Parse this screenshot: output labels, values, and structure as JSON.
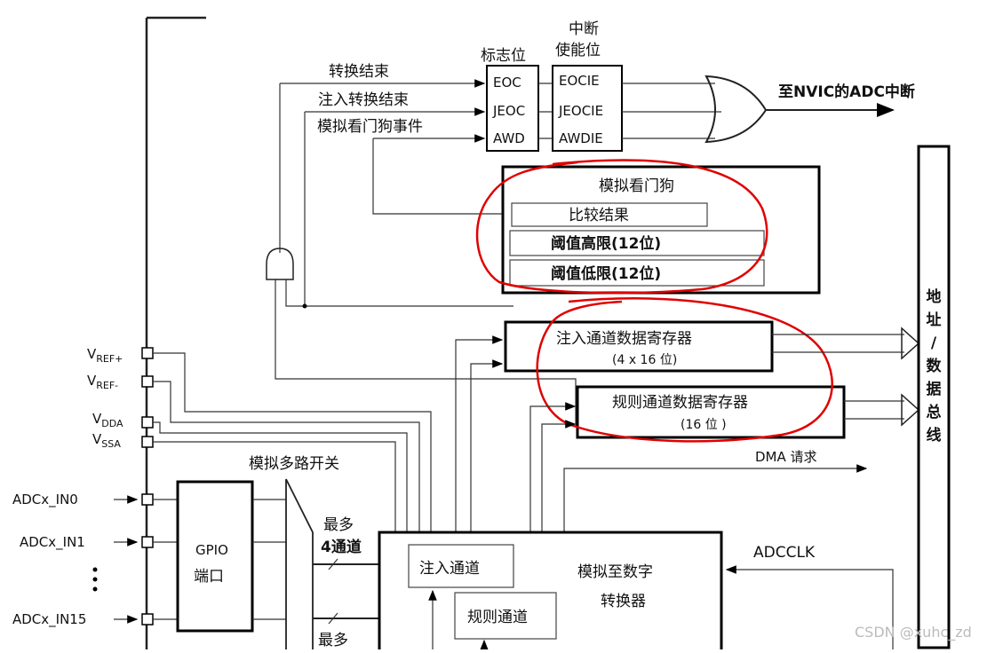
{
  "flags": {
    "header": "标志位",
    "items": [
      "EOC",
      "JEOC",
      "AWD"
    ]
  },
  "enables": {
    "header_line1": "中断",
    "header_line2": "使能位",
    "items": [
      "EOCIE",
      "JEOCIE",
      "AWDIE"
    ]
  },
  "signals": {
    "eoc": "转换结束",
    "jeoc": "注入转换结束",
    "awd": "模拟看门狗事件",
    "nvic": "至NVIC的ADC中断",
    "dma": "DMA 请求"
  },
  "watchdog": {
    "title": "模拟看门狗",
    "compare": "比较结果",
    "high": "阈值高限(12位)",
    "low": "阈值低限(12位)"
  },
  "injected_reg": {
    "line1": "注入通道数据寄存器",
    "line2": "(4 x 16 位)"
  },
  "regular_reg": {
    "line1": "规则通道数据寄存器",
    "line2": "(16 位 )"
  },
  "bus": "地址/数据总线",
  "pins": {
    "vref_plus": "V",
    "vref_plus_sub": "REF+",
    "vref_minus": "V",
    "vref_minus_sub": "REF-",
    "vdda": "V",
    "vdda_sub": "DDA",
    "vssa": "V",
    "vssa_sub": "SSA",
    "in0": "ADCx_IN0",
    "in1": "ADCx_IN1",
    "in15": "ADCx_IN15"
  },
  "mux": "模拟多路开关",
  "gpio": {
    "line1": "GPIO",
    "line2": "端口"
  },
  "max4": {
    "line1": "最多",
    "line2": "4通道"
  },
  "max_bottom": "最多",
  "injected_ch": "注入通道",
  "regular_ch": "规则通道",
  "adc": {
    "line1": "模拟至数字",
    "line2": "转换器"
  },
  "adcclk": "ADCCLK",
  "watermark": "CSDN @xuhc_zd"
}
